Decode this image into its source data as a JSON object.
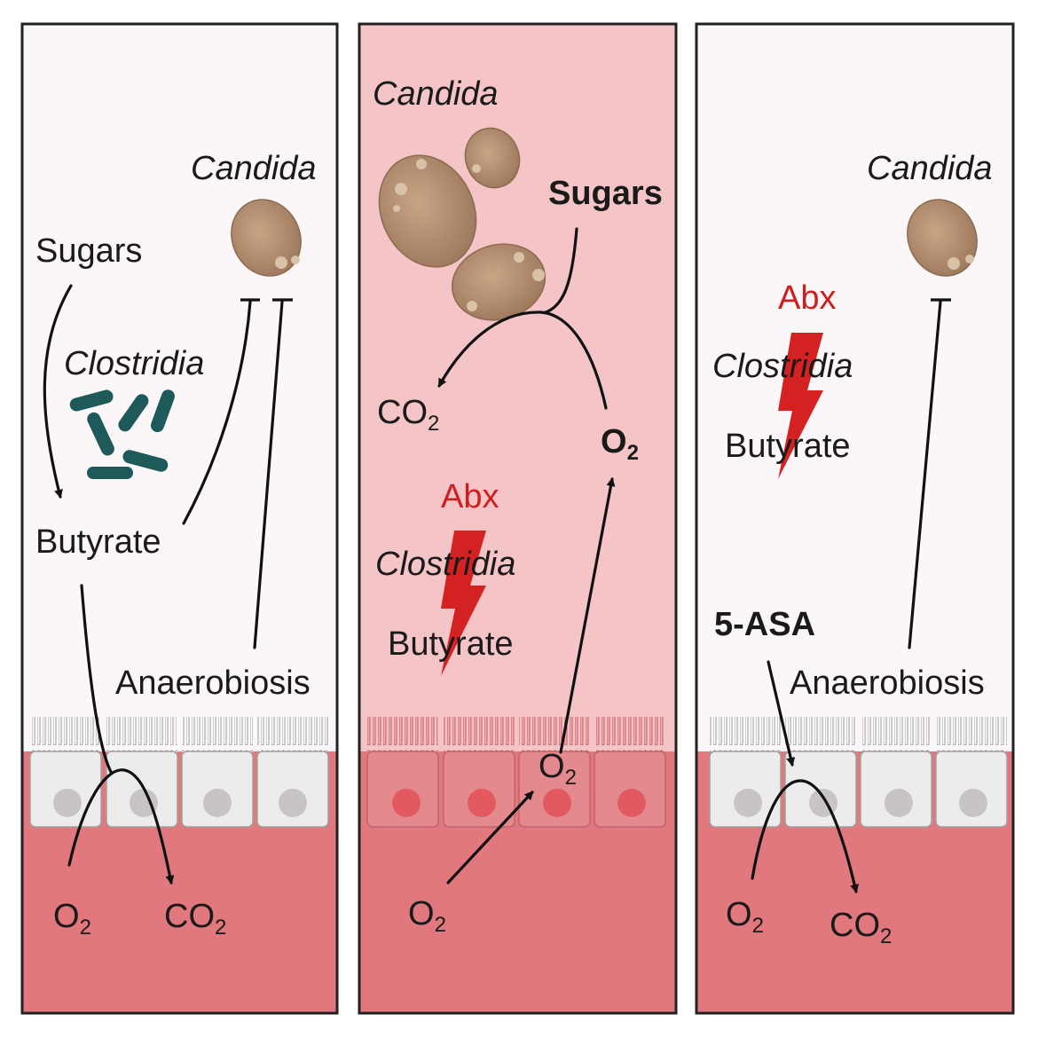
{
  "colors": {
    "lumen_left": "#fbf6f7",
    "lumen_middle": "#f4c4c6",
    "tissue": "#e0787d",
    "cell_normal": "#ececec",
    "cell_inflamed": "#e48a8e",
    "nucleus_normal": "#c8c4c4",
    "nucleus_inflamed": "#e25a60",
    "candida": "#b58d6e",
    "clostridia": "#1e5a5a",
    "bolt": "#d42222",
    "abx_text": "#cc1f1f"
  },
  "icons": [
    "candida-cell-icon",
    "clostridia-rod-icon",
    "lightning-bolt-icon",
    "villi-icon",
    "epithelial-cell-icon"
  ],
  "panel_left": {
    "candida": "Candida",
    "sugars": "Sugars",
    "clostridia": "Clostridia",
    "butyrate": "Butyrate",
    "anaerobiosis": "Anaerobiosis",
    "o2": "O",
    "o2_sub": "2",
    "co2": "CO",
    "co2_sub": "2"
  },
  "panel_middle": {
    "candida": "Candida",
    "sugars": "Sugars",
    "co2_lumen": "CO",
    "co2_lumen_sub": "2",
    "o2_lumen": "O",
    "o2_lumen_sub": "2",
    "abx": "Abx",
    "clostridia": "Clostridia",
    "butyrate": "Butyrate",
    "o2_cell": "O",
    "o2_cell_sub": "2",
    "o2_tissue": "O",
    "o2_tissue_sub": "2"
  },
  "panel_right": {
    "candida": "Candida",
    "abx": "Abx",
    "clostridia": "Clostridia",
    "butyrate": "Butyrate",
    "five_asa": "5-ASA",
    "anaerobiosis": "Anaerobiosis",
    "o2": "O",
    "o2_sub": "2",
    "co2": "CO",
    "co2_sub": "2"
  }
}
